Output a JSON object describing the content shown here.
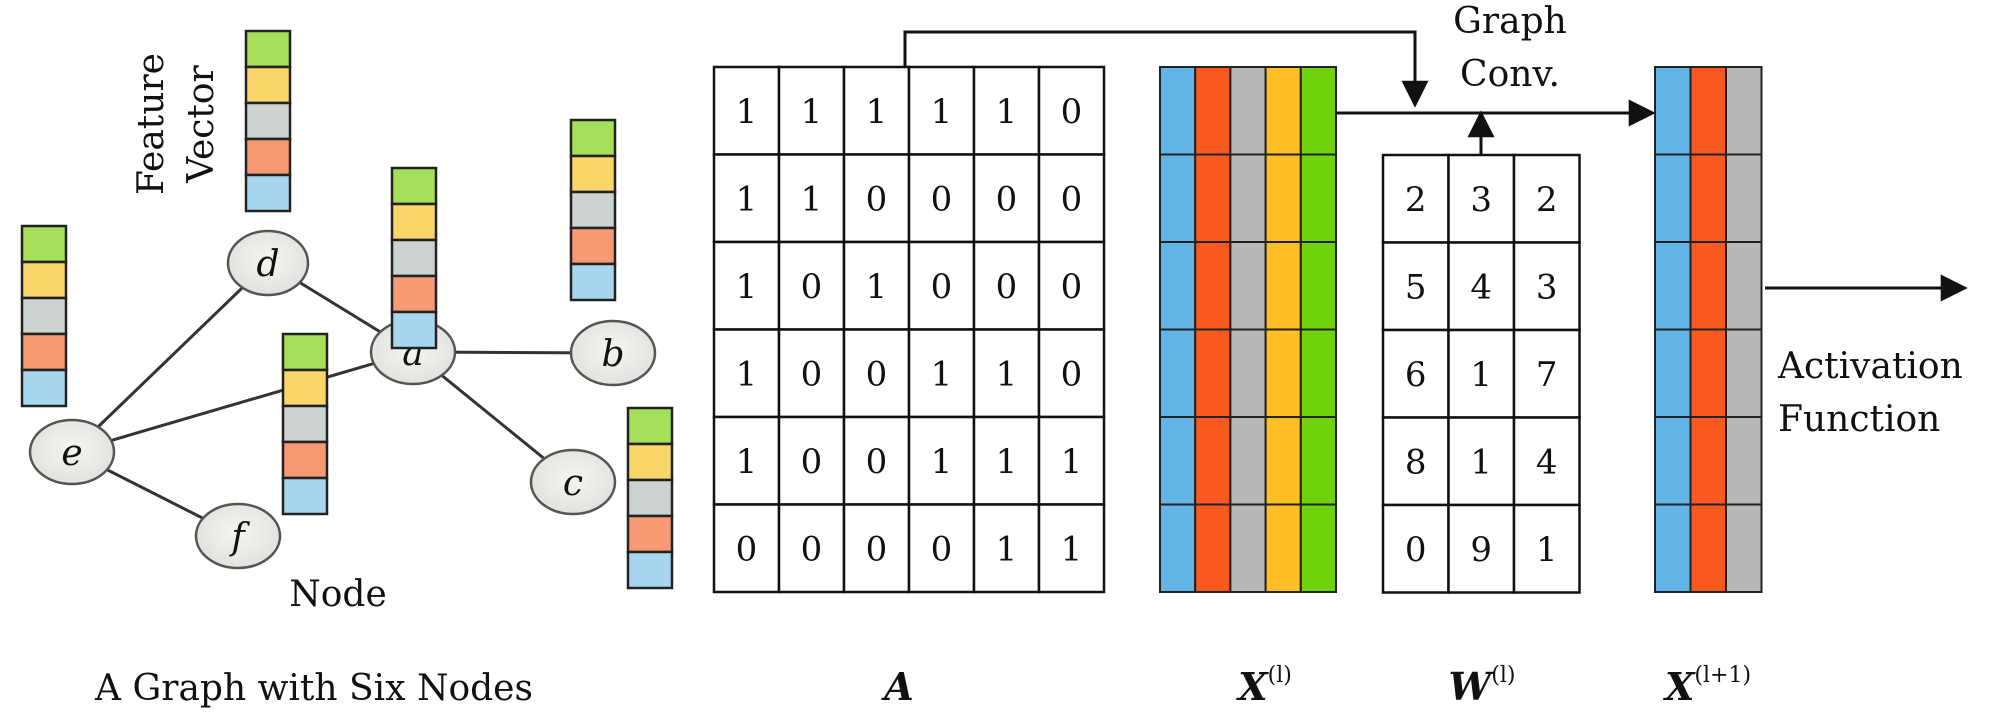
{
  "colors": {
    "green": "#a6e05a",
    "yellow": "#f8d66a",
    "gray": "#cdd3d3",
    "orange": "#f79a74",
    "blue": "#a9d6ef",
    "x_blue": "#62b5e6",
    "x_orange": "#f9581f",
    "x_gray": "#b6b9b8",
    "x_yellow": "#fdbf23",
    "x_green": "#6fd20c"
  },
  "graph": {
    "title": "A Graph with Six Nodes",
    "feature_vector_label": [
      "Feature",
      "Vector"
    ],
    "node_label": "Node",
    "nodes": [
      {
        "id": "a",
        "label": "a"
      },
      {
        "id": "b",
        "label": "b"
      },
      {
        "id": "c",
        "label": "c"
      },
      {
        "id": "d",
        "label": "d"
      },
      {
        "id": "e",
        "label": "e"
      },
      {
        "id": "f",
        "label": "f"
      }
    ],
    "edges": [
      [
        "d",
        "a"
      ],
      [
        "d",
        "e"
      ],
      [
        "a",
        "b"
      ],
      [
        "a",
        "c"
      ],
      [
        "a",
        "e"
      ],
      [
        "e",
        "f"
      ]
    ]
  },
  "matrix_a": {
    "label": "A",
    "rows": [
      [
        "1",
        "1",
        "1",
        "1",
        "1",
        "0"
      ],
      [
        "1",
        "1",
        "0",
        "0",
        "0",
        "0"
      ],
      [
        "1",
        "0",
        "1",
        "0",
        "0",
        "0"
      ],
      [
        "1",
        "0",
        "0",
        "1",
        "1",
        "0"
      ],
      [
        "1",
        "0",
        "0",
        "1",
        "1",
        "1"
      ],
      [
        "0",
        "0",
        "0",
        "0",
        "1",
        "1"
      ]
    ]
  },
  "matrix_x": {
    "label": "X",
    "superscript": "(l)"
  },
  "matrix_w": {
    "label": "W",
    "superscript": "(l)",
    "rows": [
      [
        "2",
        "3",
        "2"
      ],
      [
        "5",
        "4",
        "3"
      ],
      [
        "6",
        "1",
        "7"
      ],
      [
        "8",
        "1",
        "4"
      ],
      [
        "0",
        "9",
        "1"
      ]
    ]
  },
  "matrix_x_next": {
    "label": "X",
    "superscript": "(l+1)"
  },
  "graph_conv_label": [
    "Graph",
    "Conv."
  ],
  "activation_label": [
    "Activation",
    "Function"
  ]
}
